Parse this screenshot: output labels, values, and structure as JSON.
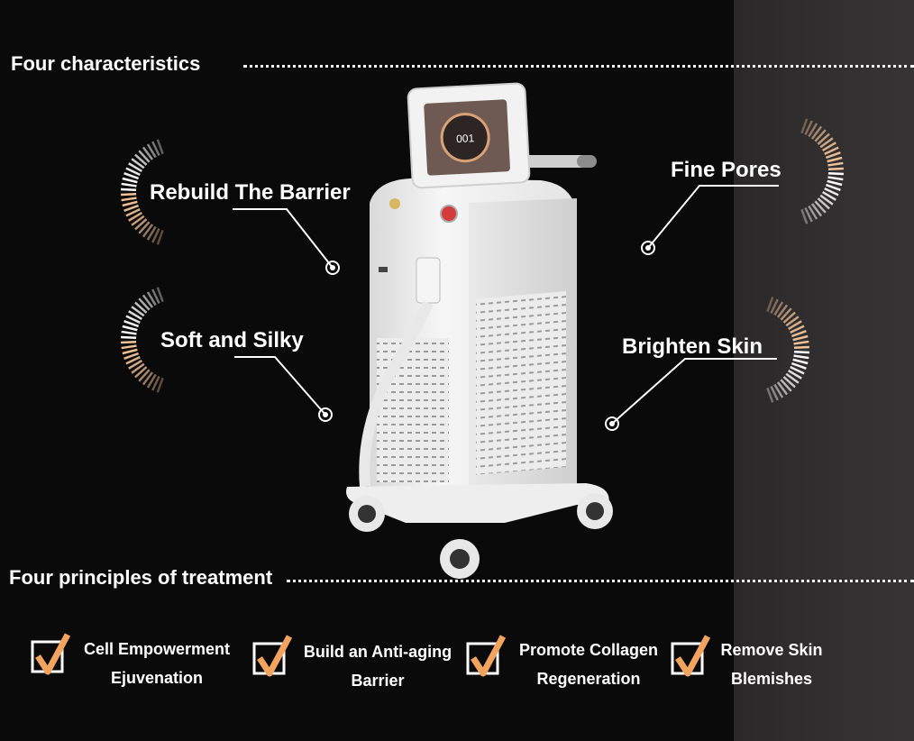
{
  "colors": {
    "background": "#0b0a0a",
    "accent": "#f2a35e",
    "text": "#ffffff"
  },
  "headings": {
    "characteristics": "Four characteristics",
    "principles": "Four principles of treatment"
  },
  "characteristics": [
    {
      "label": "Rebuild The Barrier"
    },
    {
      "label": "Soft and Silky"
    },
    {
      "label": "Fine Pores"
    },
    {
      "label": "Brighten Skin"
    }
  ],
  "principles": [
    {
      "line1": "Cell Empowerment",
      "line2": "Ejuvenation",
      "icon": "checkmark-icon"
    },
    {
      "line1": "Build an Anti-aging",
      "line2": "Barrier",
      "icon": "checkmark-icon"
    },
    {
      "line1": "Promote Collagen",
      "line2": "Regeneration",
      "icon": "checkmark-icon"
    },
    {
      "line1": "Remove Skin",
      "line2": "Blemishes",
      "icon": "checkmark-icon"
    }
  ],
  "product": {
    "screen_readout": "001",
    "icon": "laser-machine-image"
  }
}
